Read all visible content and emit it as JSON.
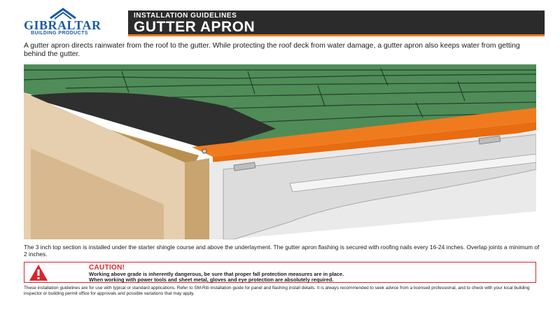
{
  "brand": {
    "name": "GIBRALTAR",
    "tagline": "BUILDING PRODUCTS",
    "primary_color": "#1a5aa8",
    "accent_color": "#f07b1e"
  },
  "banner": {
    "subtitle": "INSTALLATION GUIDELINES",
    "title": "GUTTER APRON"
  },
  "intro": "A gutter apron directs rainwater from the roof to the gutter. While protecting the roof deck from water damage, a gutter apron also keeps water from getting behind the gutter.",
  "illustration": {
    "colors": {
      "shingle": "#4f8c58",
      "underlayment": "#2f2f2f",
      "apron": "#f07b1e",
      "fascia": "#e6cfae",
      "gutter": "#dcdcdc"
    }
  },
  "body_text": "The 3 inch top section is installed under the starter shingle course and above the underlayment. The gutter apron flashing is secured with roofing nails every 16-24 inches. Overlap joints a minimum of 2 inches.",
  "caution": {
    "title": "CAUTION!",
    "line1": "Working above grade is inherently dangerous, be sure that proper fall protection measures are in place.",
    "line2": "When working with power tools and sheet metal, gloves and eye protection are absolutely required.",
    "icon": "warning-triangle-icon",
    "color": "#d7262e"
  },
  "footer": "These installation guidelines are for use with typical or standard applications. Refer to SM-Rib installation guide for panel and flashing install details. It is always recommended to seek advice from a licensed professional, and to check with your local building inspector or building permit office for approvals and possible variations that may apply."
}
